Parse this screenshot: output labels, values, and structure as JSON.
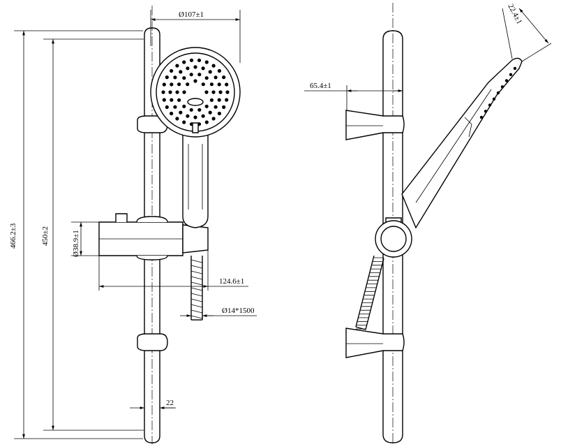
{
  "dimensions": {
    "head_diameter": "Ø107±1",
    "slide_offset": "65.4±1",
    "head_thickness": "22.4±1",
    "total_height": "466.2±3",
    "bracket_spacing": "450±2",
    "holder_diameter": "Ø38.9±1",
    "holder_length": "124.6±1",
    "hose_spec": "Ø14*1500",
    "rail_diameter": "22"
  },
  "colors": {
    "line": "#000000",
    "background": "#ffffff"
  }
}
